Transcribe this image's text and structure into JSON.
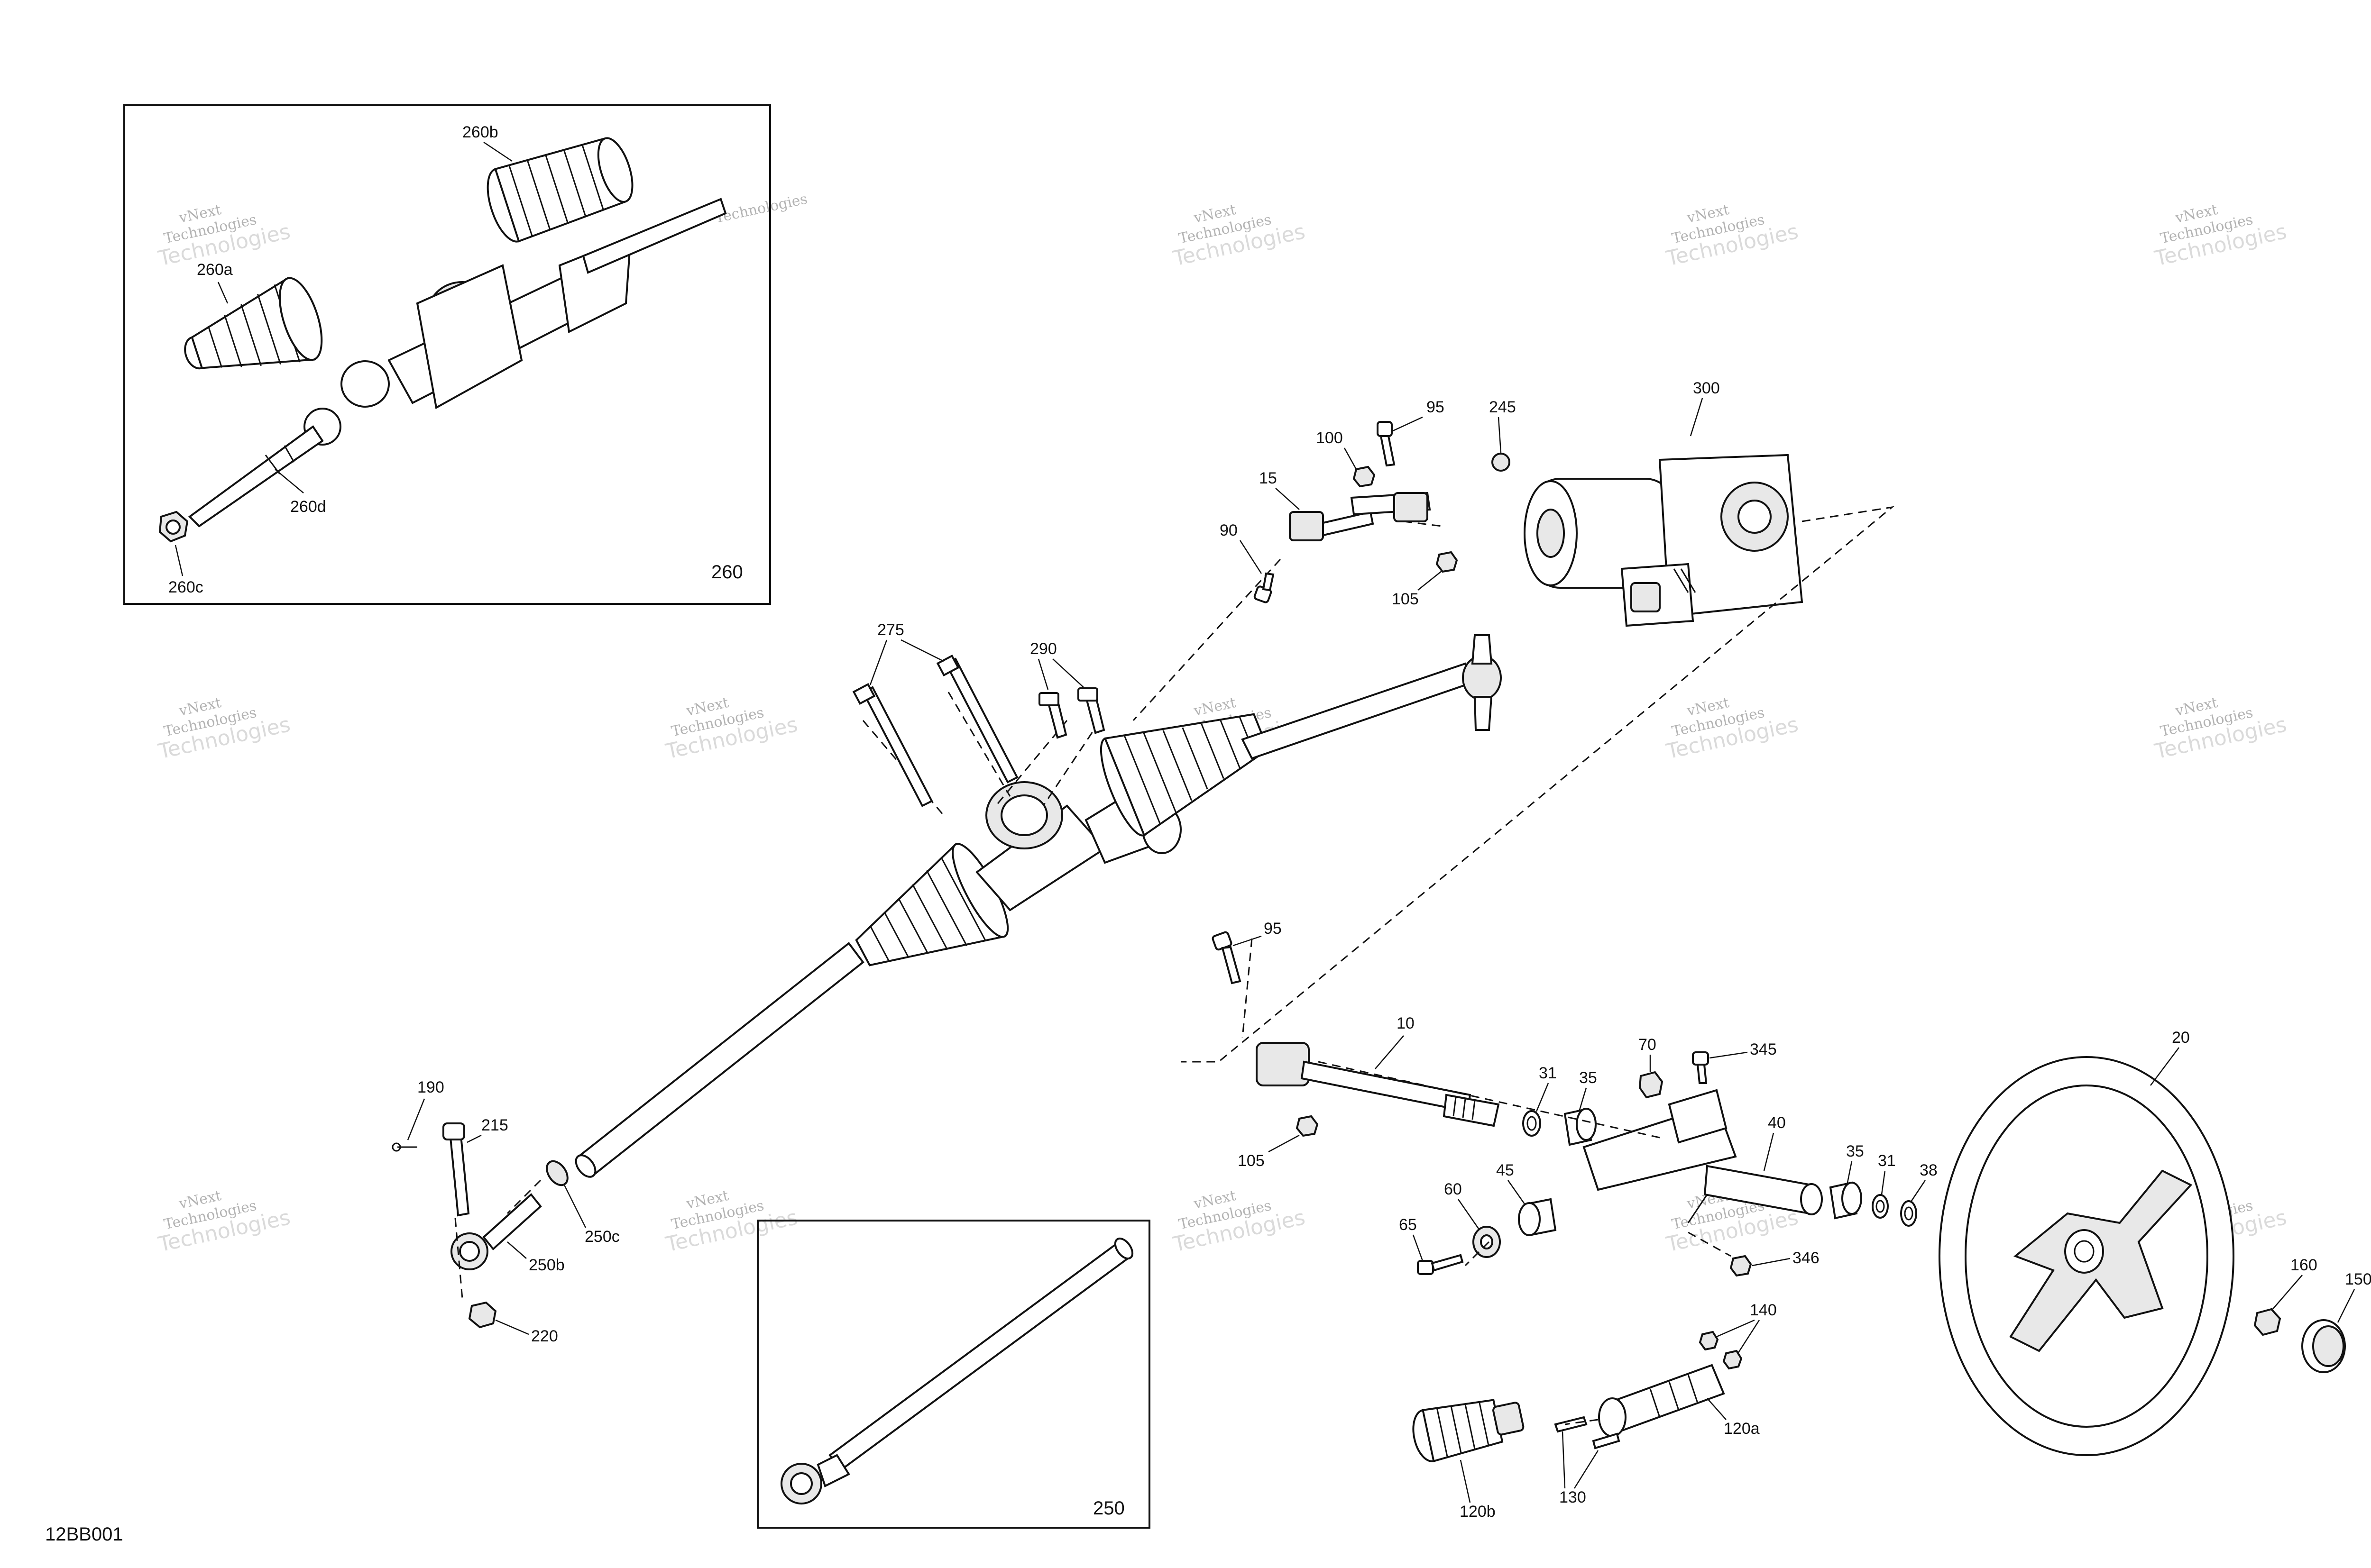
{
  "drawing_code": "12BB001",
  "watermark": {
    "line1": "vNext",
    "line2": "Technologies"
  },
  "insets": {
    "top_left": "260",
    "bottom": "250"
  },
  "callouts": {
    "c260b": "260b",
    "c260a": "260a",
    "c260d": "260d",
    "c260c": "260c",
    "c300": "300",
    "c245": "245",
    "c95_top": "95",
    "c100": "100",
    "c15": "15",
    "c90": "90",
    "c105_top": "105",
    "c275": "275",
    "c290": "290",
    "c95_mid": "95",
    "c10": "10",
    "c105_low": "105",
    "c70": "70",
    "c345": "345",
    "c31_a": "31",
    "c35_a": "35",
    "c40": "40",
    "c35_b": "35",
    "c31_b": "31",
    "c38": "38",
    "c20": "20",
    "c45": "45",
    "c60": "60",
    "c65": "65",
    "c346": "346",
    "c140": "140",
    "c120a": "120a",
    "c120b": "120b",
    "c130": "130",
    "c160": "160",
    "c150": "150",
    "c190": "190",
    "c215": "215",
    "c250b": "250b",
    "c250c": "250c",
    "c220": "220"
  }
}
